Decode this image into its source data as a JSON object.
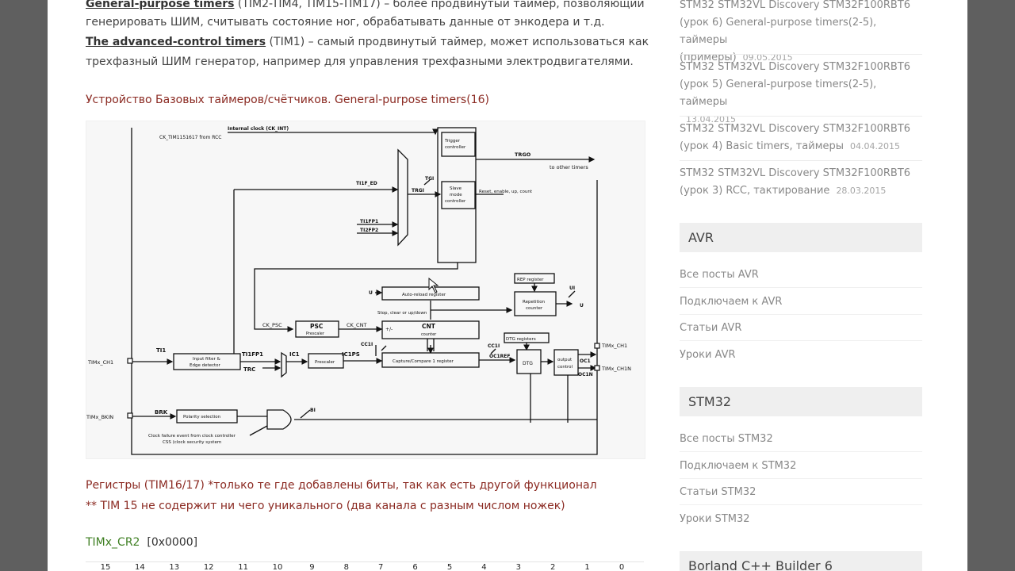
{
  "article": {
    "gp_line1_bold": "General-purpose timers",
    "gp_line1_rest": " (TIM2-TIM4, TIM15-TIM17) – более продвинутый таймер, позволяющий",
    "gp_line2": "генерировать ШИМ, считывать состояние ног, обрабатывать данные от энкодера и т.д.",
    "adv_line1_bold": "The advanced-control timers",
    "adv_line1_rest": " (TIM1) – самый продвинутый таймер, может использоваться как",
    "adv_line2": "трехфазный ШИМ генератор, например для управления трехфазными электродвигателями.",
    "section_heading": "Устройство Базовых таймеров/счётчиков. General-purpose timers(16)",
    "registers_line1": "Регистры (TIM16/17) *только те где добавлены биты, так как есть другой функционал",
    "registers_line2": "** TIM 15 не содержит ни чего уникального  (два канала с разным числом ножек)",
    "register_name": "TIMx_CR2",
    "register_reset": "[0x0000]",
    "bits": [
      "15",
      "14",
      "13",
      "12",
      "11",
      "10",
      "9",
      "8",
      "7",
      "6",
      "5",
      "4",
      "3",
      "2",
      "1",
      "0"
    ]
  },
  "diagram": {
    "internal_clock": "Internal clock (CK_INT)",
    "ck_tim": "CK_TIM1151617 from RCC",
    "trigger_controller_1": "Trigger",
    "trigger_controller_2": "controller",
    "trgo": "TRGO",
    "to_other_timers": "to other timers",
    "ti1f_ed": "TI1F_ED",
    "tgi": "TGI",
    "trgi": "TRGI",
    "slave_1": "Slave",
    "slave_2": "mode",
    "slave_3": "controller",
    "reset_enable": "Reset, enable, up, count",
    "ti1fp1_in": "TI1FP1",
    "ti2fp2_in": "TI2FP2",
    "rep_register": "REP register",
    "u_label": "U",
    "ui_label": "UI",
    "auto_reload": "Auto-reload register",
    "stop_clear": "Stop, clear or up/down",
    "repetition_1": "Repetition",
    "repetition_2": "counter",
    "ck_psc": "CK_PSC",
    "psc": "PSC",
    "prescaler_sub": "Prescaler",
    "ck_cnt": "CK_CNT",
    "plus_minus": "+/-",
    "cnt": "CNT",
    "counter_sub": "counter",
    "dtg_registers": "DTG registers",
    "ti1": "TI1",
    "cc1i_a": "CC1I",
    "cc1i_b": "CC1I",
    "timx_ch1_in": "TIMx_CH1",
    "input_filter_1": "Input filter &",
    "input_filter_2": "Edge detector",
    "ti1fp1": "TI1FP1",
    "trc": "TRC",
    "ic1": "IC1",
    "prescaler": "Prescaler",
    "ic1ps": "IC1PS",
    "capture_compare": "Capture/Compare 1 register",
    "oc1ref": "OC1REF",
    "dtg": "DTG",
    "output_1": "output",
    "output_2": "control",
    "oc1": "OC1",
    "oc1n": "OC1N",
    "timx_ch1_out": "TIMx_CH1",
    "timx_ch1n_out": "TIMx_CH1N",
    "timx_bkin": "TIMx_BKIN",
    "brk": "BRK",
    "polarity_selection": "Polarity selection",
    "bi": "BI",
    "clock_failure": "Clock failure event from clock controller",
    "css": "CSS (clock security system"
  },
  "sidebar": {
    "posts": [
      {
        "lines": [
          "STM32 STM32VL Discovery STM32F100RBT6",
          "(урок 6) General-purpose timers(2-5), таймеры",
          "(примеры)"
        ],
        "date": "09.05.2015"
      },
      {
        "lines": [
          "STM32 STM32VL Discovery STM32F100RBT6",
          "(урок 5) General-purpose timers(2-5), таймеры",
          ""
        ],
        "date": "13.04.2015"
      },
      {
        "lines": [
          "STM32 STM32VL Discovery STM32F100RBT6",
          "(урок 4) Basic timers, таймеры"
        ],
        "date": "04.04.2015"
      },
      {
        "lines": [
          "STM32 STM32VL Discovery STM32F100RBT6",
          "(урок 3) RCC, тактирование"
        ],
        "date": "28.03.2015"
      }
    ],
    "avr": {
      "title": "AVR",
      "links": [
        "Все посты AVR",
        "Подключаем к AVR",
        "Статьи AVR",
        "Уроки AVR"
      ]
    },
    "stm32": {
      "title": "STM32",
      "links": [
        "Все посты STM32",
        "Подключаем к STM32",
        "Статьи STM32",
        "Уроки STM32"
      ]
    },
    "borland": {
      "title": "Borland C++ Builder 6"
    }
  }
}
